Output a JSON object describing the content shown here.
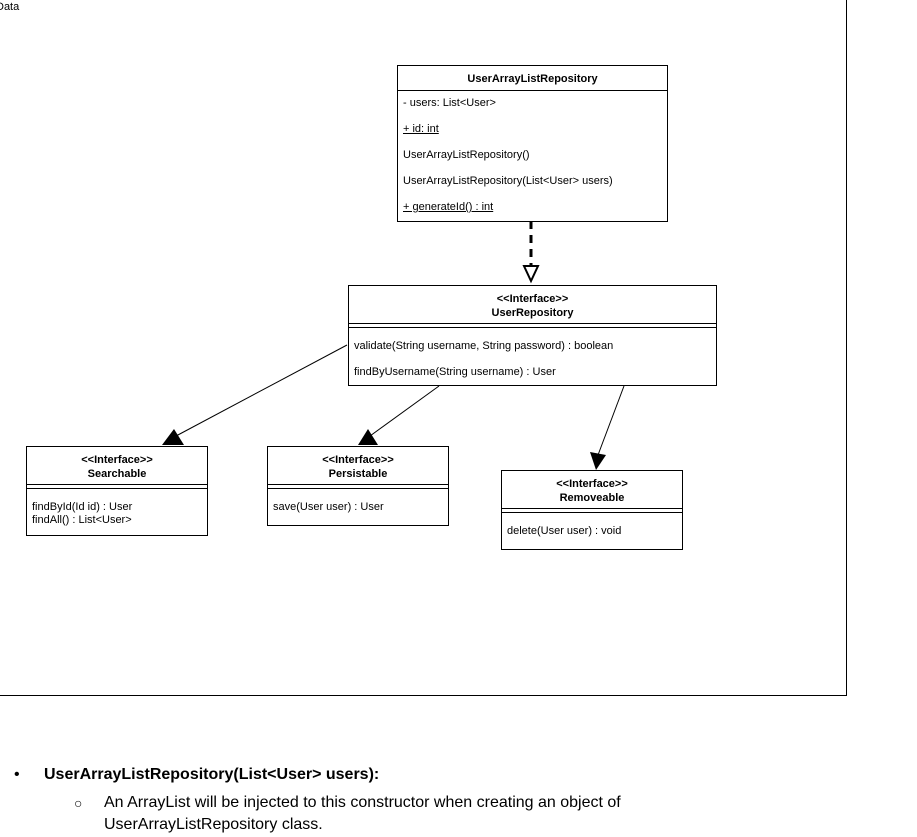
{
  "frame": {
    "label": "Data"
  },
  "classes": {
    "user_array_list_repository": {
      "name": "UserArrayListRepository",
      "members": [
        "- users: List<User>",
        "+ id: int",
        "UserArrayListRepository()",
        "UserArrayListRepository(List<User> users)",
        "+ generateId() : int"
      ]
    },
    "user_repository": {
      "stereotype": "<<Interface>>",
      "name": "UserRepository",
      "methods": [
        "validate(String username, String password) : boolean",
        "findByUsername(String username) : User"
      ]
    },
    "searchable": {
      "stereotype": "<<Interface>>",
      "name": "Searchable",
      "methods": [
        "findById(Id id) :  User",
        "findAll() : List<User>"
      ]
    },
    "persistable": {
      "stereotype": "<<Interface>>",
      "name": "Persistable",
      "methods": [
        "save(User user) : User"
      ]
    },
    "removeable": {
      "stereotype": "<<Interface>>",
      "name": "Removeable",
      "methods": [
        "delete(User user) : void"
      ]
    }
  },
  "relationships": [
    {
      "from": "UserArrayListRepository",
      "to": "UserRepository",
      "type": "realization"
    },
    {
      "from": "UserRepository",
      "to": "Searchable",
      "type": "association"
    },
    {
      "from": "UserRepository",
      "to": "Persistable",
      "type": "association"
    },
    {
      "from": "UserRepository",
      "to": "Removeable",
      "type": "association"
    }
  ],
  "notes": {
    "bullet_heading": "UserArrayListRepository(List<User> users):",
    "bullet_text": "An ArrayList will be injected to this constructor when creating an object of UserArrayListRepository class."
  },
  "colors": {
    "line": "#000000",
    "background": "#ffffff"
  }
}
